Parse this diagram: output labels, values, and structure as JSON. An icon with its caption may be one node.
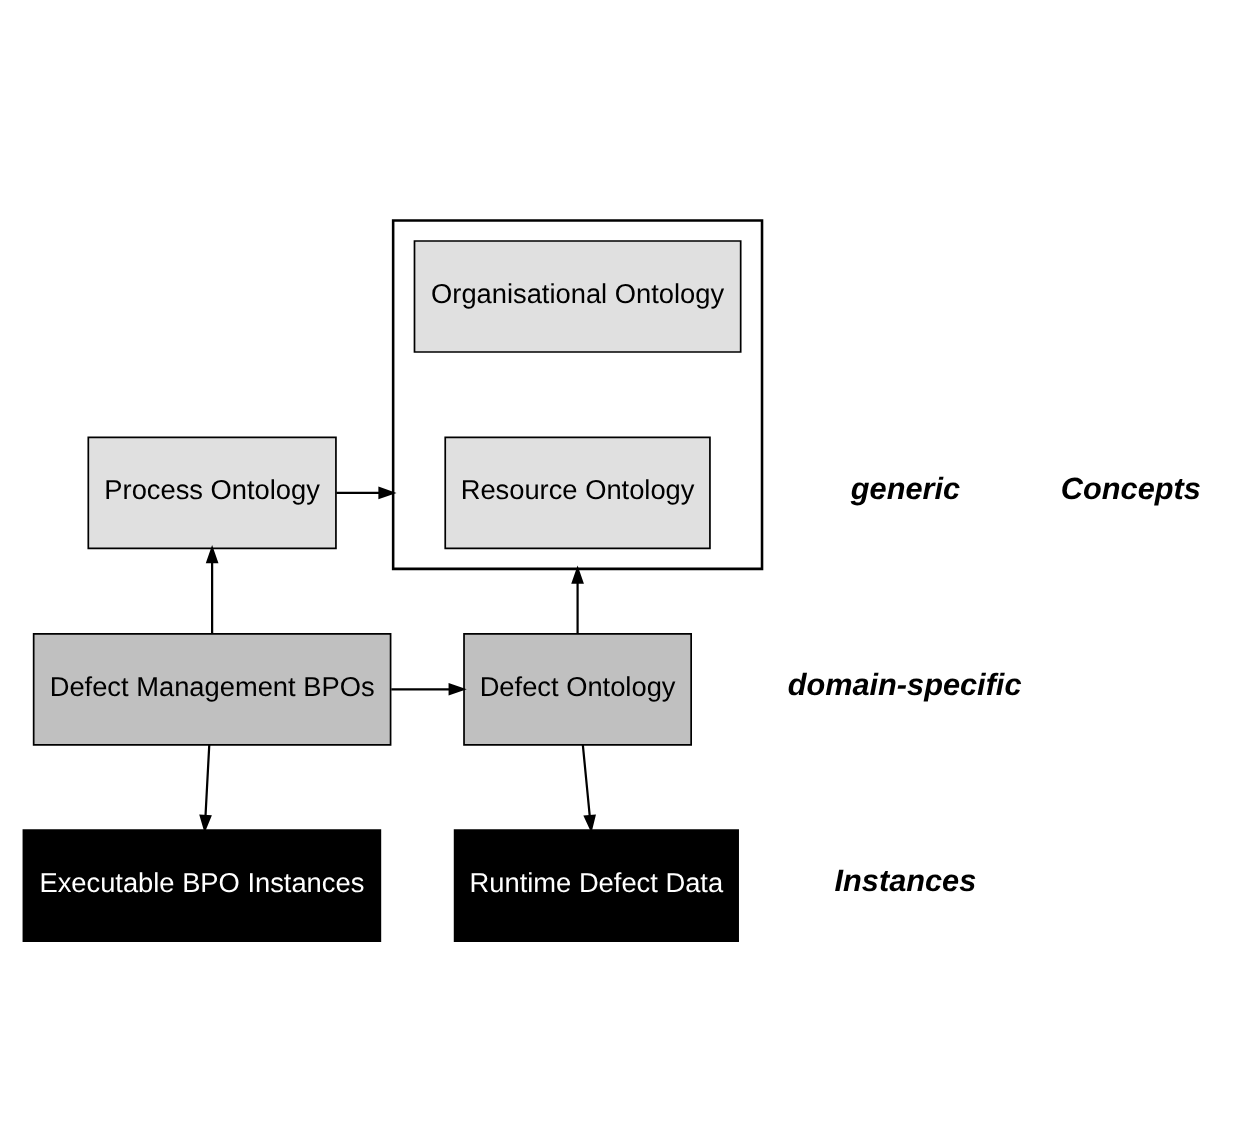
{
  "diagram": {
    "nodes": [
      {
        "text": [
          "Process Ontology"
        ]
      },
      {
        "text": [],
        "shape": "box"
      },
      {
        "text": [
          "Organisational Ontology"
        ],
        "in": 1
      },
      {
        "text": [
          "Resource Ontology"
        ],
        "in": 1
      },
      {
        "text": [
          "Defect Management BPOs"
        ]
      },
      {
        "text": [
          "Defect Ontology"
        ]
      },
      {
        "text": [
          "Executable BPO Instances"
        ]
      },
      {
        "text": [
          "Runtime Defect Data"
        ]
      }
    ],
    "edges": [
      {
        "from": 0,
        "to": 1,
        "arrow": "to"
      },
      {
        "from": 4,
        "to": 0,
        "arrow": "to"
      },
      {
        "from": 4,
        "to": 5,
        "arrow": "to"
      },
      {
        "from": 5,
        "to": 1,
        "arrow": "to"
      },
      {
        "from": 4,
        "to": 6,
        "arrow": "to"
      },
      {
        "from": 5,
        "to": 7,
        "arrow": "to"
      }
    ],
    "labels": [
      "generic",
      "domain-specific",
      "Concepts",
      "Instances"
    ]
  }
}
